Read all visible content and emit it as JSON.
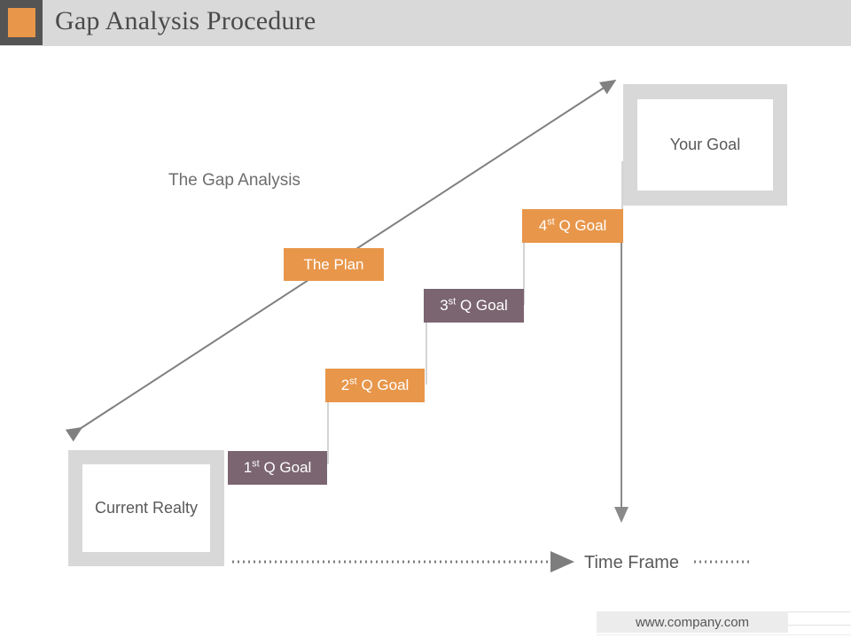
{
  "header": {
    "title": "Gap Analysis Procedure",
    "logo_icon": "orange-square-logo-icon",
    "bar_color": "#d9d9d9",
    "logo_block_color": "#545454",
    "logo_square_color": "#e8964a",
    "title_color": "#4a4a4a"
  },
  "diagram": {
    "gap_analysis_label": "The Gap Analysis",
    "plan_label": "The Plan",
    "time_frame_label": "Time Frame",
    "start_box": {
      "label": "Current Realty",
      "frame_color": "#d8d8d8",
      "fill_color": "#ffffff"
    },
    "end_box": {
      "label": "Your Goal",
      "frame_color": "#d8d8d8",
      "fill_color": "#ffffff"
    },
    "steps": [
      {
        "number": "1",
        "ordinal": "st",
        "suffix": " Q Goal",
        "color": "#7b6570"
      },
      {
        "number": "2",
        "ordinal": "st",
        "suffix": " Q Goal",
        "color": "#e8964a"
      },
      {
        "number": "3",
        "ordinal": "st",
        "suffix": " Q Goal",
        "color": "#7b6570"
      },
      {
        "number": "4",
        "ordinal": "st",
        "suffix": " Q Goal",
        "color": "#e8964a"
      }
    ],
    "arrows": {
      "gap_arrow_color": "#808080",
      "time_arrow_color": "#7d7d7d",
      "drop_arrow_color": "#8a8a8a"
    }
  },
  "footer": {
    "url": "www.company.com"
  }
}
